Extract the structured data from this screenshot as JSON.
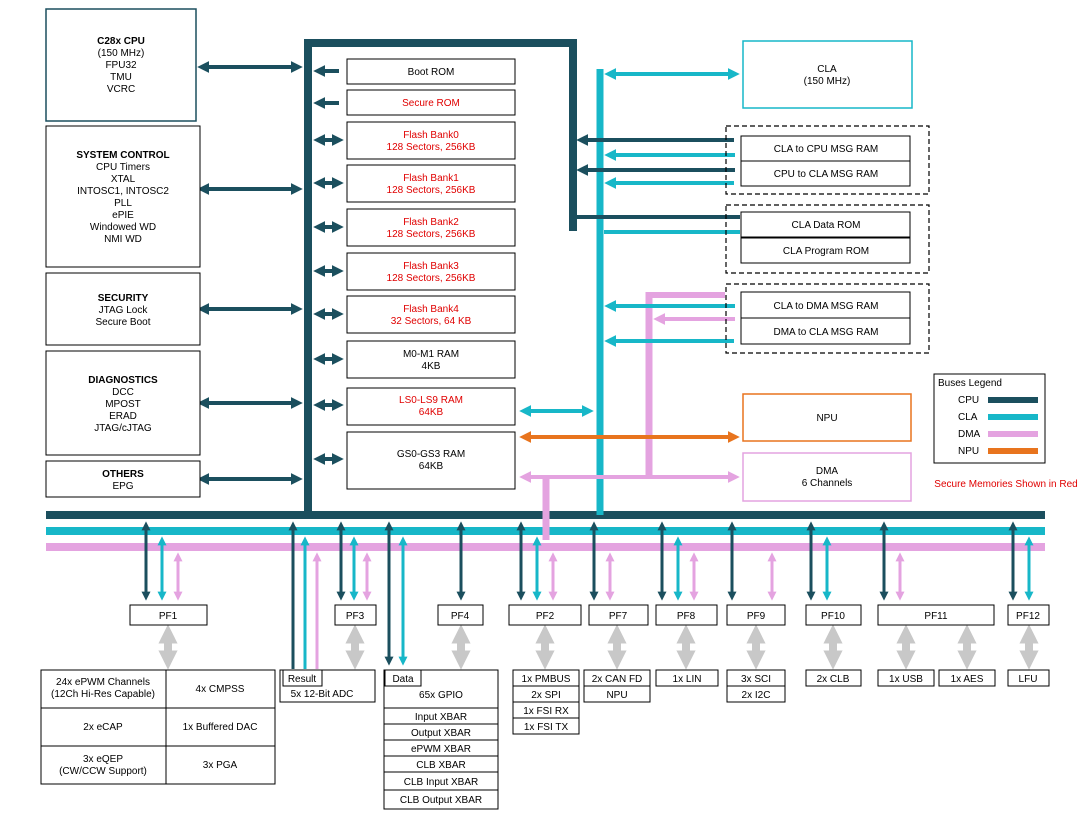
{
  "colors": {
    "cpu": "#1b4f5e",
    "cla": "#17b7c8",
    "dma": "#e4a3e0",
    "npu": "#e8741e",
    "secure_text": "#e00000",
    "pf_connector": "#c8c8c8"
  },
  "left_blocks": {
    "cpu": {
      "title": "C28x CPU",
      "lines": [
        "(150 MHz)",
        "FPU32",
        "TMU",
        "VCRC"
      ]
    },
    "system_control": {
      "title": "SYSTEM CONTROL",
      "lines": [
        "CPU Timers",
        "XTAL",
        "INTOSC1, INTOSC2",
        "PLL",
        "ePIE",
        "Windowed WD",
        "NMI WD"
      ]
    },
    "security": {
      "title": "SECURITY",
      "lines": [
        "JTAG Lock",
        "Secure Boot"
      ]
    },
    "diagnostics": {
      "title": "DIAGNOSTICS",
      "lines": [
        "DCC",
        "MPOST",
        "ERAD",
        "JTAG/cJTAG"
      ]
    },
    "others": {
      "title": "OTHERS",
      "lines": [
        "EPG"
      ]
    }
  },
  "memories": {
    "boot_rom": {
      "lines": [
        "Boot ROM"
      ]
    },
    "secure_rom": {
      "lines": [
        "Secure ROM"
      ]
    },
    "flash_bank0": {
      "lines": [
        "Flash Bank0",
        "128 Sectors, 256KB"
      ]
    },
    "flash_bank1": {
      "lines": [
        "Flash Bank1",
        "128 Sectors, 256KB"
      ]
    },
    "flash_bank2": {
      "lines": [
        "Flash Bank2",
        "128 Sectors, 256KB"
      ]
    },
    "flash_bank3": {
      "lines": [
        "Flash Bank3",
        "128 Sectors, 256KB"
      ]
    },
    "flash_bank4": {
      "lines": [
        "Flash Bank4",
        "32 Sectors, 64 KB"
      ]
    },
    "m0m1_ram": {
      "lines": [
        "M0-M1 RAM",
        "4KB"
      ]
    },
    "ls_ram": {
      "lines": [
        "LS0-LS9 RAM",
        "64KB"
      ]
    },
    "gs_ram": {
      "lines": [
        "GS0-GS3 RAM",
        "64KB"
      ]
    }
  },
  "right_blocks": {
    "cla": {
      "lines": [
        "CLA",
        "(150 MHz)"
      ]
    },
    "cla_to_cpu": {
      "lines": [
        "CLA to CPU MSG RAM"
      ]
    },
    "cpu_to_cla": {
      "lines": [
        "CPU to CLA MSG RAM"
      ]
    },
    "cla_data_rom": {
      "lines": [
        "CLA Data ROM"
      ]
    },
    "cla_program_rom": {
      "lines": [
        "CLA Program ROM"
      ]
    },
    "cla_to_dma": {
      "lines": [
        "CLA to DMA MSG RAM"
      ]
    },
    "dma_to_cla": {
      "lines": [
        "DMA to CLA MSG RAM"
      ]
    },
    "npu": {
      "lines": [
        "NPU"
      ]
    },
    "dma": {
      "lines": [
        "DMA",
        "6 Channels"
      ]
    }
  },
  "legend": {
    "title": "Buses Legend",
    "items": [
      {
        "label": "CPU",
        "color": "#1b4f5e"
      },
      {
        "label": "CLA",
        "color": "#17b7c8"
      },
      {
        "label": "DMA",
        "color": "#e4a3e0"
      },
      {
        "label": "NPU",
        "color": "#e8741e"
      }
    ],
    "note": "Secure Memories Shown in Red"
  },
  "peripheral_frames": [
    "PF1",
    "PF3",
    "PF4",
    "PF2",
    "PF7",
    "PF8",
    "PF9",
    "PF10",
    "PF11",
    "PF12"
  ],
  "peripherals": {
    "pf1": [
      "24x ePWM Channels",
      "(12Ch Hi-Res Capable)",
      "4x CMPSS",
      "2x eCAP",
      "1x Buffered DAC",
      "3x eQEP",
      "(CW/CCW Support)",
      "3x PGA"
    ],
    "adc": {
      "result_label": "Result",
      "name": "5x 12-Bit ADC"
    },
    "gpio": {
      "data_label": "Data",
      "name": "65x GPIO",
      "xbars": [
        "Input XBAR",
        "Output XBAR",
        "ePWM XBAR",
        "CLB XBAR",
        "CLB Input XBAR",
        "CLB Output XBAR"
      ]
    },
    "pf2": [
      "1x PMBUS",
      "2x SPI",
      "1x FSI RX",
      "1x FSI TX"
    ],
    "pf7": [
      "2x CAN FD",
      "NPU"
    ],
    "pf8": [
      "1x LIN"
    ],
    "pf9": [
      "3x SCI",
      "2x I2C"
    ],
    "pf10": [
      "2x CLB"
    ],
    "pf11": [
      "1x USB",
      "1x AES"
    ],
    "pf12": [
      "LFU"
    ]
  }
}
